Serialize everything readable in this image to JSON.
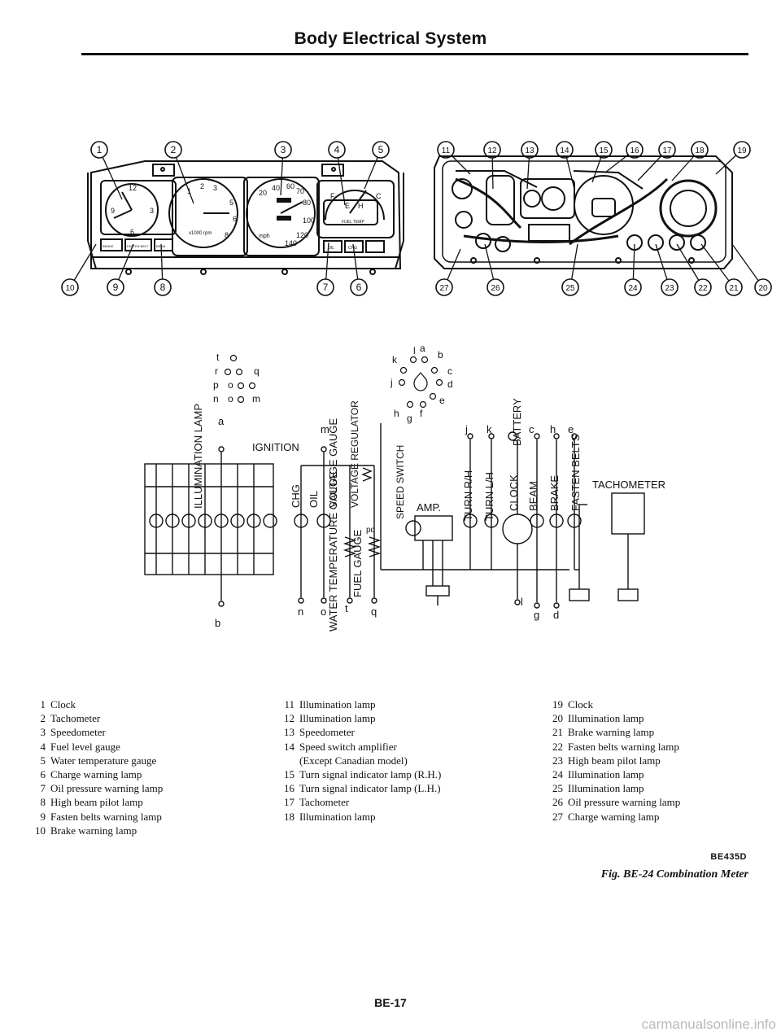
{
  "header": {
    "title": "Body Electrical System"
  },
  "callouts": {
    "top": [
      "1",
      "2",
      "3",
      "4",
      "5",
      "11",
      "12",
      "13",
      "14",
      "15",
      "16",
      "17",
      "18",
      "19"
    ],
    "bottom": [
      "10",
      "9",
      "8",
      "7",
      "6",
      "27",
      "26",
      "25",
      "24",
      "23",
      "22",
      "21",
      "20"
    ]
  },
  "meter_face": {
    "clock_numbers": [
      "12",
      "3",
      "6",
      "9"
    ],
    "tach_numbers": [
      "1",
      "2",
      "3",
      "5",
      "6",
      "8"
    ],
    "tach_unit": "x1000 rpm",
    "speedo_numbers": [
      "20",
      "40",
      "60",
      "70",
      "80",
      "100",
      "120",
      "140"
    ],
    "speedo_unit": "mph",
    "fuel_labels": [
      "F",
      "E",
      "H",
      "C"
    ],
    "fuel_temp_label": "FUEL TEMP",
    "left_lamps": [
      "BRAKE",
      "FASTEN BELT",
      "BEAM"
    ],
    "right_lamps": [
      "OIL",
      "CHG"
    ]
  },
  "connector": {
    "left_pins": [
      "t",
      "r",
      "p",
      "n",
      "o",
      "q",
      "o",
      "m"
    ],
    "right_pins": [
      "l",
      "a",
      "b",
      "k",
      "c",
      "j",
      "d",
      "e",
      "h",
      "g",
      "f"
    ]
  },
  "schematic": {
    "labels": {
      "illumination_lamp": "ILLUMINATION LAMP",
      "ignition": "IGNITION",
      "chg": "CHG",
      "oil": "OIL",
      "voltage_gauge": "VOLTAGE GAUGE",
      "voltage_regulator": "VOLTAGE REGULATOR",
      "water_temperature_gauge": "WATER TEMPERATURE GAUGE",
      "fuel_gauge": "FUEL GAUGE",
      "speed_switch": "SPEED SWITCH",
      "amp": "AMP.",
      "turn_rh": "TURN R/H",
      "turn_lh": "TURN L/H",
      "battery": "BATTERY",
      "clock": "CLOCK",
      "beam": "BEAM",
      "brake": "BRAKE",
      "fasten_belts": "FASTEN BELTS",
      "tachometer": "TACHOMETER"
    },
    "pins": {
      "a": "a",
      "b": "b",
      "m": "m",
      "n": "n",
      "o": "o",
      "t": "t",
      "q": "q",
      "pd": "pd",
      "j": "j",
      "k": "k",
      "c": "c",
      "h": "h",
      "e": "e",
      "l": "l",
      "g": "g",
      "d": "d"
    }
  },
  "legend": {
    "col1": [
      {
        "num": "1",
        "text": "Clock"
      },
      {
        "num": "2",
        "text": "Tachometer"
      },
      {
        "num": "3",
        "text": "Speedometer"
      },
      {
        "num": "4",
        "text": "Fuel level gauge"
      },
      {
        "num": "5",
        "text": "Water temperature gauge"
      },
      {
        "num": "6",
        "text": "Charge warning lamp"
      },
      {
        "num": "7",
        "text": "Oil pressure warning lamp"
      },
      {
        "num": "8",
        "text": "High beam pilot lamp"
      },
      {
        "num": "9",
        "text": "Fasten belts warning lamp"
      },
      {
        "num": "10",
        "text": "Brake warning lamp"
      }
    ],
    "col2": [
      {
        "num": "11",
        "text": "Illumination lamp"
      },
      {
        "num": "12",
        "text": "Illumination lamp"
      },
      {
        "num": "13",
        "text": "Speedometer"
      },
      {
        "num": "14",
        "text": "Speed switch amplifier",
        "sub": "(Except Canadian model)"
      },
      {
        "num": "15",
        "text": "Turn signal indicator lamp (R.H.)"
      },
      {
        "num": "16",
        "text": "Turn signal indicator lamp (L.H.)"
      },
      {
        "num": "17",
        "text": "Tachometer"
      },
      {
        "num": "18",
        "text": "Illumination lamp"
      }
    ],
    "col3": [
      {
        "num": "19",
        "text": "Clock"
      },
      {
        "num": "20",
        "text": "Illumination lamp"
      },
      {
        "num": "21",
        "text": "Brake warning lamp"
      },
      {
        "num": "22",
        "text": "Fasten belts warning lamp"
      },
      {
        "num": "23",
        "text": "High beam pilot lamp"
      },
      {
        "num": "24",
        "text": "Illumination lamp"
      },
      {
        "num": "25",
        "text": "Illumination lamp"
      },
      {
        "num": "26",
        "text": "Oil pressure warning lamp"
      },
      {
        "num": "27",
        "text": "Charge warning lamp"
      }
    ]
  },
  "figure": {
    "ref_code": "BE435D",
    "caption": "Fig. BE-24 Combination Meter"
  },
  "footer": {
    "page_number": "BE-17"
  },
  "watermark": "carmanualsonline.info"
}
